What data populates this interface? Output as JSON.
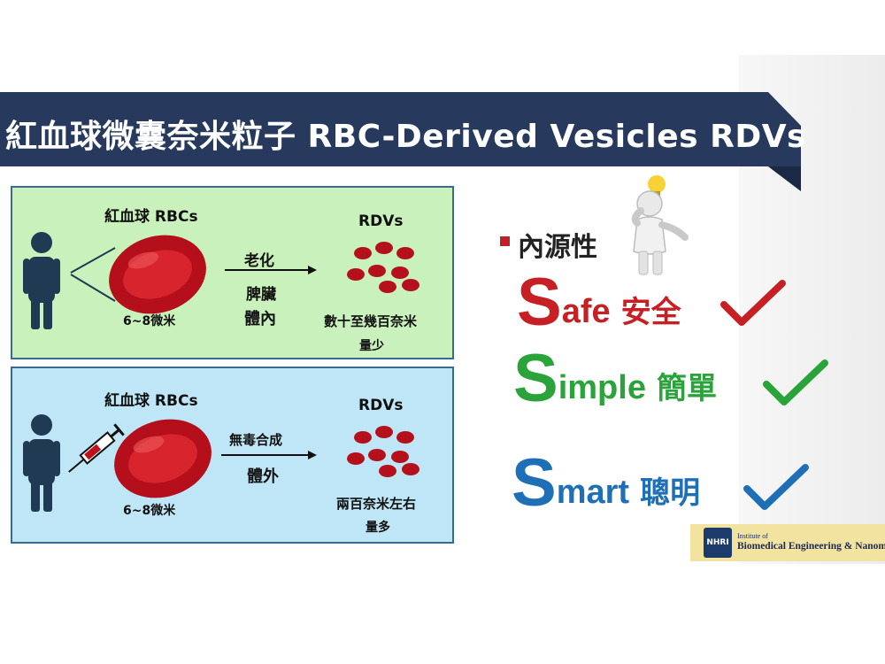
{
  "title": "紅血球微囊奈米粒子 RBC-Derived Vesicles RDVs",
  "colors": {
    "title_bg": "#273a5e",
    "rbc_red": "#c0101a",
    "safe": "#c62024",
    "simple": "#2aa33a",
    "smart": "#1f6fb7"
  },
  "panel_top": {
    "rbc_label": "紅血球 RBCs",
    "size_label": "6~8微米",
    "arrow_top_label": "老化",
    "arrow_bottom_label_1": "脾臟",
    "arrow_bottom_label_2": "體內",
    "rdv_label": "RDVs",
    "rdv_desc_1": "數十至幾百奈米",
    "rdv_desc_2": "量少"
  },
  "panel_bottom": {
    "rbc_label": "紅血球 RBCs",
    "size_label": "6~8微米",
    "arrow_top_label": "無毒合成",
    "arrow_bottom_label": "體外",
    "rdv_label": "RDVs",
    "rdv_desc_1": "兩百奈米左右",
    "rdv_desc_2": "量多"
  },
  "bullet": "內源性",
  "features": [
    {
      "letter": "S",
      "rest": "afe",
      "zh": "安全"
    },
    {
      "letter": "S",
      "rest": "imple",
      "zh": "簡單"
    },
    {
      "letter": "S",
      "rest": "mart",
      "zh": "聰明"
    }
  ],
  "logo": {
    "seal_text": "NHRI",
    "small_text": "Institute of",
    "name": "Biomedical Engineering & Nanomedicine"
  }
}
